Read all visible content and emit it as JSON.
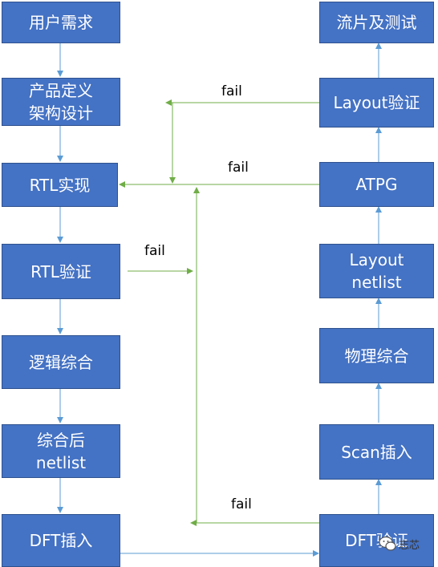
{
  "left_column": [
    {
      "id": "req",
      "text": "用户需求"
    },
    {
      "id": "arch",
      "text": "产品定义\n架构设计"
    },
    {
      "id": "rtl",
      "text": "RTL实现"
    },
    {
      "id": "rtlv",
      "text": "RTL验证"
    },
    {
      "id": "syn",
      "text": "逻辑综合"
    },
    {
      "id": "synnet",
      "text": "综合后\nnetlist"
    },
    {
      "id": "dft",
      "text": "DFT插入"
    }
  ],
  "right_column": [
    {
      "id": "tape",
      "text": "流片及测试"
    },
    {
      "id": "layv",
      "text": "Layout验证"
    },
    {
      "id": "atpg",
      "text": "ATPG"
    },
    {
      "id": "laynet",
      "text": "Layout\nnetlist"
    },
    {
      "id": "phys",
      "text": "物理综合"
    },
    {
      "id": "scan",
      "text": "Scan插入"
    },
    {
      "id": "dftv",
      "text": "DFT验证"
    }
  ],
  "fail_labels": {
    "layout": "fail",
    "atpg": "fail",
    "rtl": "fail",
    "dft": "fail"
  },
  "watermark": "志芯",
  "colors": {
    "box": "#4472C4",
    "flow_arrow": "#5B9BD5",
    "fail_arrow": "#70AD47"
  }
}
